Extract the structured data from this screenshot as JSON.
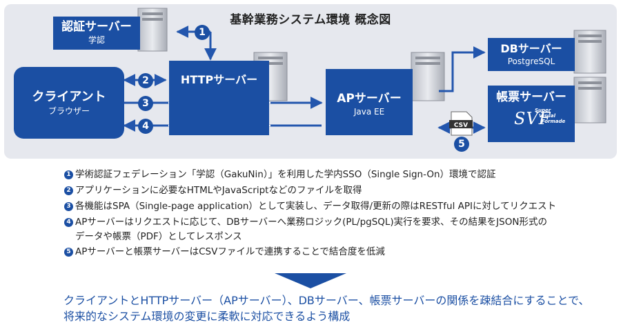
{
  "diagram": {
    "title": "基幹業務システム環境 概念図",
    "nodes": {
      "auth": {
        "name": "認証サーバー",
        "sub": "学認"
      },
      "client": {
        "name": "クライアント",
        "sub": "ブラウザー"
      },
      "http": {
        "name": "HTTPサーバー"
      },
      "ap": {
        "name": "APサーバー",
        "sub": "Java EE"
      },
      "db": {
        "name": "DBサーバー",
        "sub": "PostgreSQL"
      },
      "report": {
        "name": "帳票サーバー",
        "svf_word1": "Super",
        "svf_word2": "Visual",
        "svf_word3": "Formade",
        "svf_logo": "SVF"
      }
    },
    "steps": [
      "1",
      "2",
      "3",
      "4",
      "5"
    ],
    "csv_label": "CSV"
  },
  "notes": [
    {
      "num": "1",
      "text": "学術認証フェデレーション「学認（GakuNin）」を利用した学内SSO（Single Sign-On）環境で認証"
    },
    {
      "num": "2",
      "text": "アプリケーションに必要なHTMLやJavaScriptなどのファイルを取得"
    },
    {
      "num": "3",
      "text": "各機能はSPA（Single-page application）として実装し、データ取得/更新の際はRESTful APIに対してリクエスト"
    },
    {
      "num": "4",
      "text": "APサーバーはリクエストに応じて、DBサーバーへ業務ロジック(PL/pgSQL)実行を要求、その結果をJSON形式の",
      "cont": "データや帳票（PDF）としてレスポンス"
    },
    {
      "num": "5",
      "text": "APサーバーと帳票サーバーはCSVファイルで連携することで結合度を低減"
    }
  ],
  "conclusion": {
    "line1": "クライアントとHTTPサーバー（APサーバー）、DBサーバー、帳票サーバーの関係を疎結合にすることで、",
    "line2": "将来的なシステム環境の変更に柔軟に対応できるよう構成"
  },
  "colors": {
    "primary": "#1b4fa3",
    "panel": "#e6e8ee",
    "server": "#c9ccd3"
  }
}
